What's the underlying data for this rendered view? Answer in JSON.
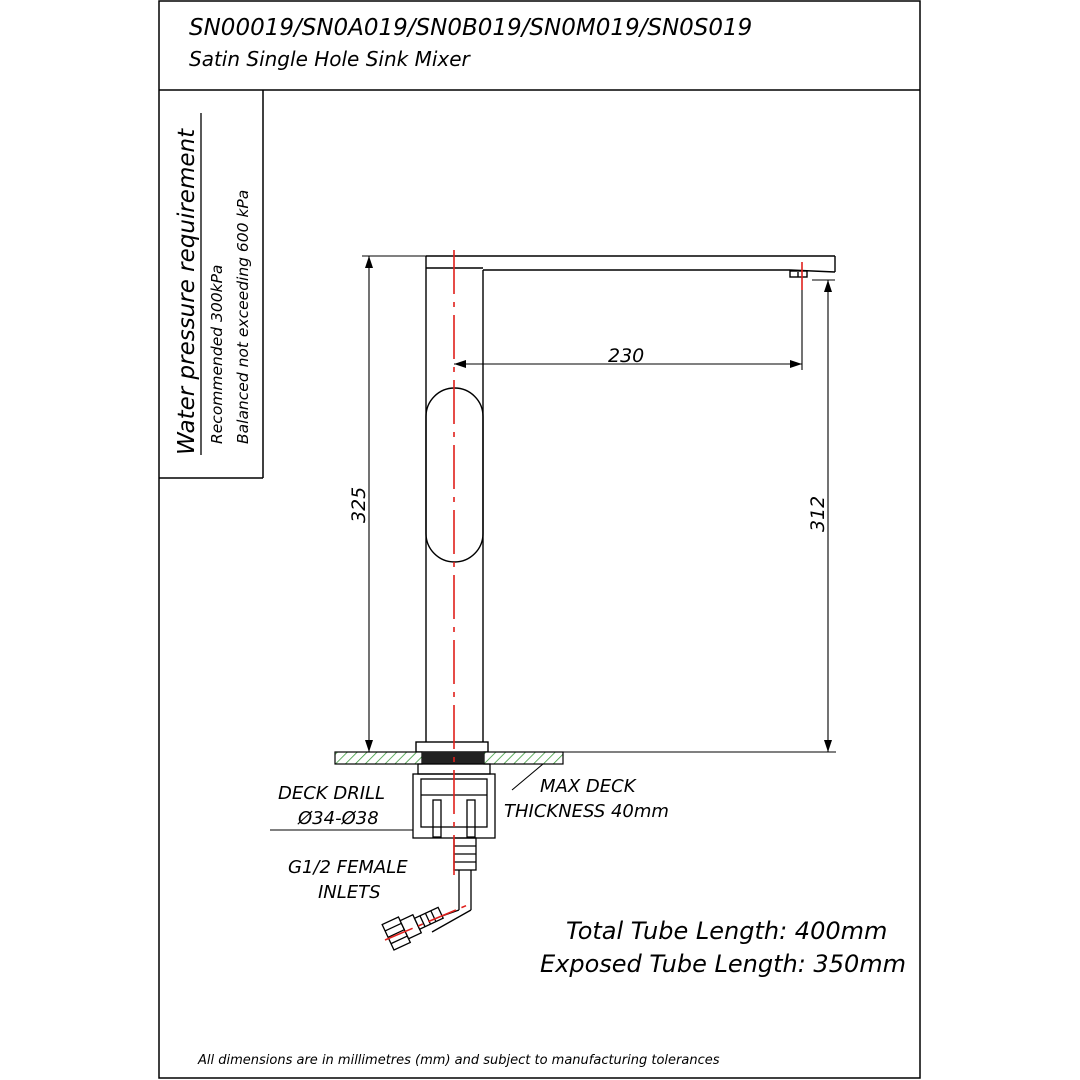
{
  "header": {
    "model_codes": "SN00019/SN0A019/SN0B019/SN0M019/SN0S019",
    "product_name": "Satin Single Hole Sink Mixer"
  },
  "pressure_panel": {
    "heading": "Water pressure requirement",
    "line1": "Recommended 300kPa",
    "line2": "Balanced not exceeding 600 kPa"
  },
  "dimensions": {
    "reach": "230",
    "total_height": "325",
    "spout_height": "312"
  },
  "callouts": {
    "deck_drill_line1": "DECK DRILL",
    "deck_drill_line2": "Ø34-Ø38",
    "max_deck_line1": "MAX DECK",
    "max_deck_line2": "THICKNESS 40mm",
    "inlets_line1": "G1/2 FEMALE",
    "inlets_line2": "INLETS"
  },
  "tube_info": {
    "total": "Total Tube Length: 400mm",
    "exposed": "Exposed Tube Length: 350mm"
  },
  "footer": {
    "note": "All dimensions are in millimetres (mm) and subject to manufacturing tolerances"
  },
  "colors": {
    "line": "#000000",
    "centerline": "#e0201c",
    "deck_hatch": "#3a9a3a"
  }
}
